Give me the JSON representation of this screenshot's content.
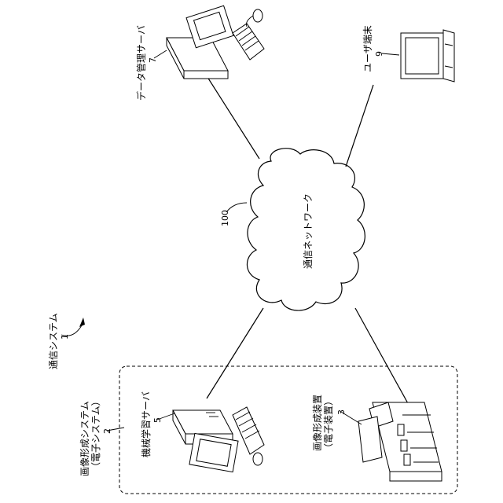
{
  "labels": {
    "system_name": "通信システム",
    "system_num": "1",
    "imaging_system": "画像形成システム",
    "imaging_system_sub": "（電子システム）",
    "imaging_system_num": "2",
    "ml_server": "機械学習サーバ",
    "ml_server_num": "5",
    "device": "画像形成装置",
    "device_sub": "（電子装置）",
    "device_num": "3",
    "data_server": "データ管理サーバ",
    "data_server_num": "7",
    "user_terminal": "ユーザ端末",
    "user_terminal_num": "9",
    "network": "通信ネットワーク",
    "network_num": "100"
  }
}
